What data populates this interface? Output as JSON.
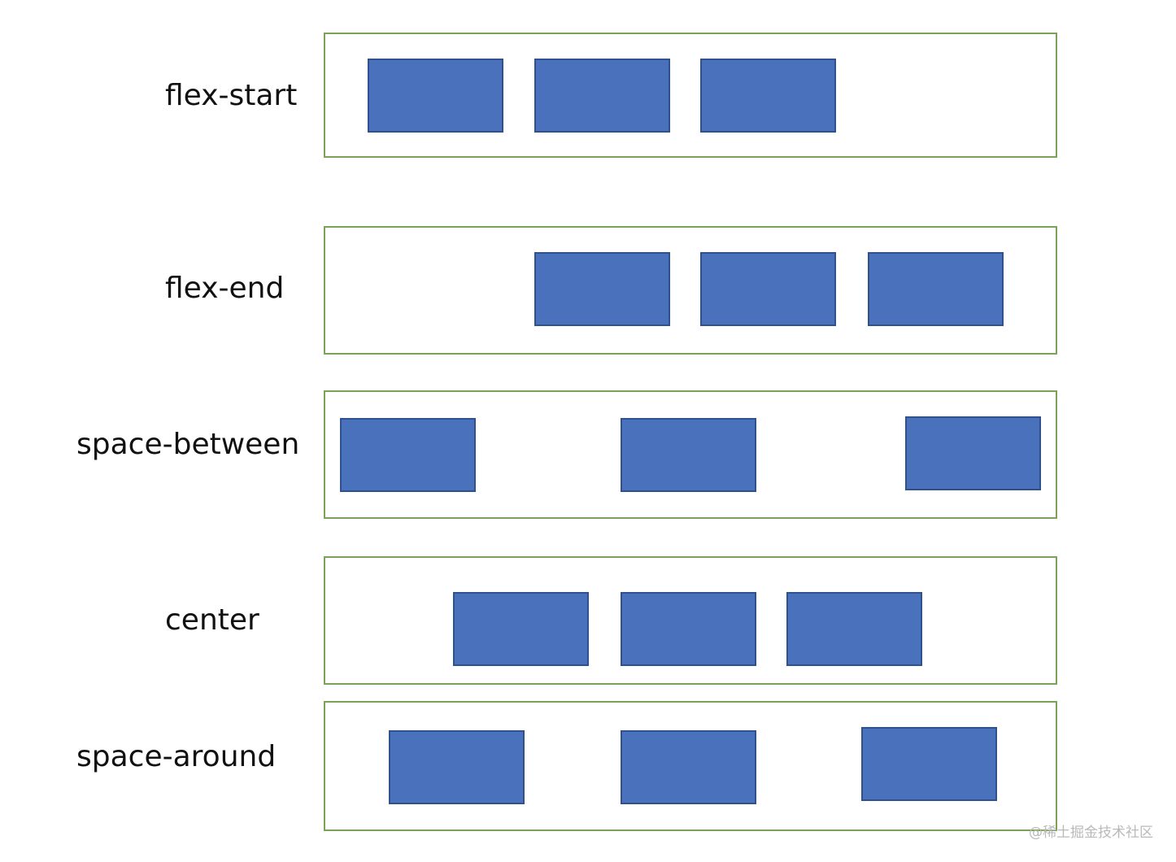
{
  "rows": [
    {
      "label": "flex-start"
    },
    {
      "label": "flex-end"
    },
    {
      "label": "space-between"
    },
    {
      "label": "center"
    },
    {
      "label": "space-around"
    }
  ],
  "colors": {
    "frame_border": "#7aa356",
    "box_fill": "#4a72bc",
    "box_border": "#2f528f"
  },
  "watermark": "@稀土掘金技术社区"
}
